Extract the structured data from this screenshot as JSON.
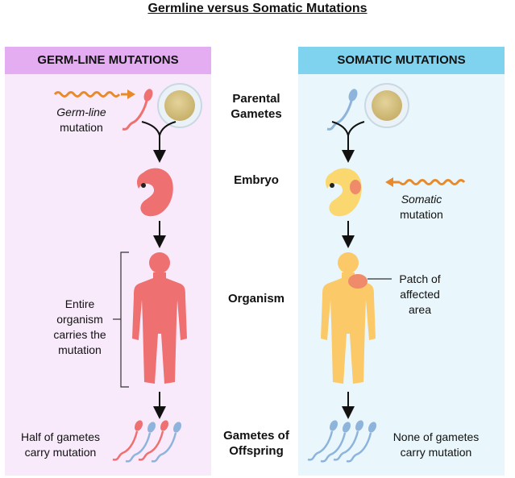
{
  "title": "Germline versus Somatic Mutations",
  "left_panel": {
    "header": "GERM-LINE MUTATIONS",
    "mutation_label_italic": "Germ-line",
    "mutation_label_rest": "mutation",
    "bracket_label": [
      "Entire",
      "organism",
      "carries the",
      "mutation"
    ],
    "gametes_label": [
      "Half of gametes",
      "carry mutation"
    ]
  },
  "right_panel": {
    "header": "SOMATIC MUTATIONS",
    "mutation_label_italic": "Somatic",
    "mutation_label_rest": "mutation",
    "patch_label": [
      "Patch of",
      "affected",
      "area"
    ],
    "gametes_label": [
      "None of gametes",
      "carry mutation"
    ]
  },
  "stages": {
    "parental_gametes": [
      "Parental",
      "Gametes"
    ],
    "embryo": [
      "Embryo"
    ],
    "organism": [
      "Organism"
    ],
    "offspring_gametes": [
      "Gametes of",
      "Offspring"
    ]
  },
  "colors": {
    "mutated": "#ef7070",
    "normal_sperm": "#8fb4dc",
    "somatic_body": "#fbc967",
    "egg": "#d8c486",
    "wave": "#e88a2a",
    "left_header": "#e4adf1",
    "right_header": "#7fd3ee"
  }
}
